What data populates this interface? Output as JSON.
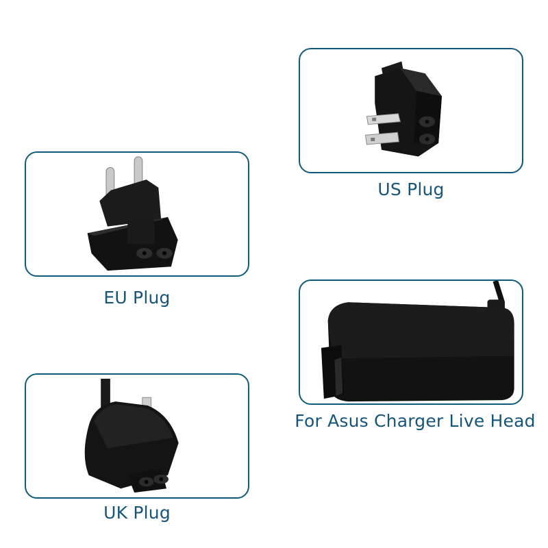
{
  "theme": {
    "accent": "#0f5a79",
    "caption_color": "#16557a"
  },
  "plugs": {
    "us": {
      "caption": "US Plug"
    },
    "eu": {
      "caption": "EU Plug"
    },
    "uk": {
      "caption": "UK Plug"
    },
    "head": {
      "caption": "For Asus Charger Live Head"
    }
  }
}
